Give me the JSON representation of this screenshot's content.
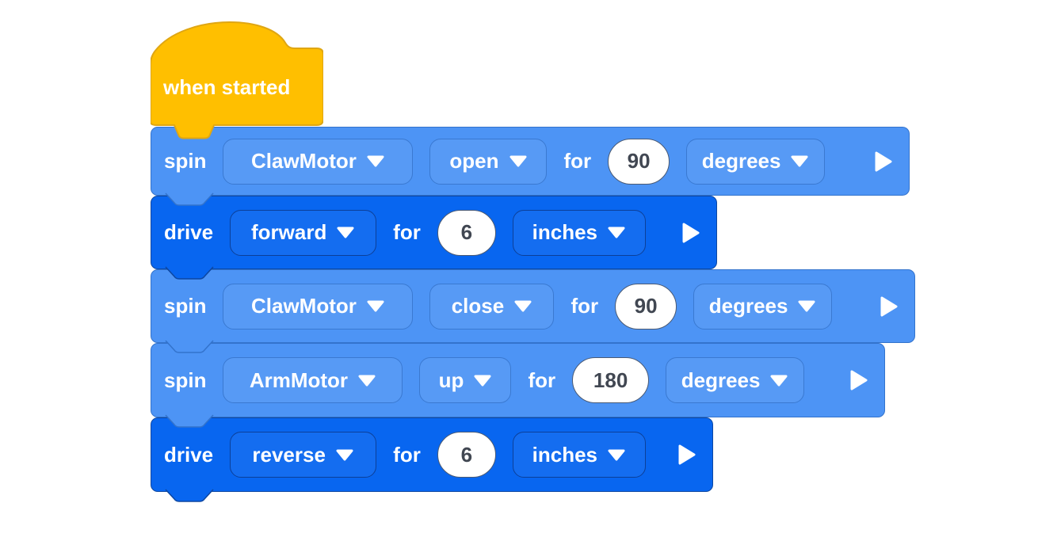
{
  "workspace": {
    "background": "#FFFFFF"
  },
  "hat_block": {
    "label": "when started"
  },
  "blocks": {
    "spin1": {
      "verb": "spin",
      "motor": "ClawMotor",
      "direction": "open",
      "for_word": "for",
      "value": "90",
      "unit": "degrees"
    },
    "drive1": {
      "verb": "drive",
      "direction": "forward",
      "for_word": "for",
      "value": "6",
      "unit": "inches"
    },
    "spin2": {
      "verb": "spin",
      "motor": "ClawMotor",
      "direction": "close",
      "for_word": "for",
      "value": "90",
      "unit": "degrees"
    },
    "spin3": {
      "verb": "spin",
      "motor": "ArmMotor",
      "direction": "up",
      "for_word": "for",
      "value": "180",
      "unit": "degrees"
    },
    "drive2": {
      "verb": "drive",
      "direction": "reverse",
      "for_word": "for",
      "value": "6",
      "unit": "inches"
    }
  },
  "colors": {
    "hat_fill": "#FFBF00",
    "hat_border": "#DFA613",
    "spin_block_fill": "#4D94F5",
    "spin_block_border": "#3373CC",
    "drive_block_fill": "#0866F0",
    "drive_block_border": "#0D47A1",
    "block_text": "#FFFFFF",
    "input_text": "#414752",
    "input_fill": "#FFFFFF"
  },
  "icons": {
    "dropdown_caret": "caret-down-icon",
    "expand_arrow": "expand-arrow-icon"
  }
}
